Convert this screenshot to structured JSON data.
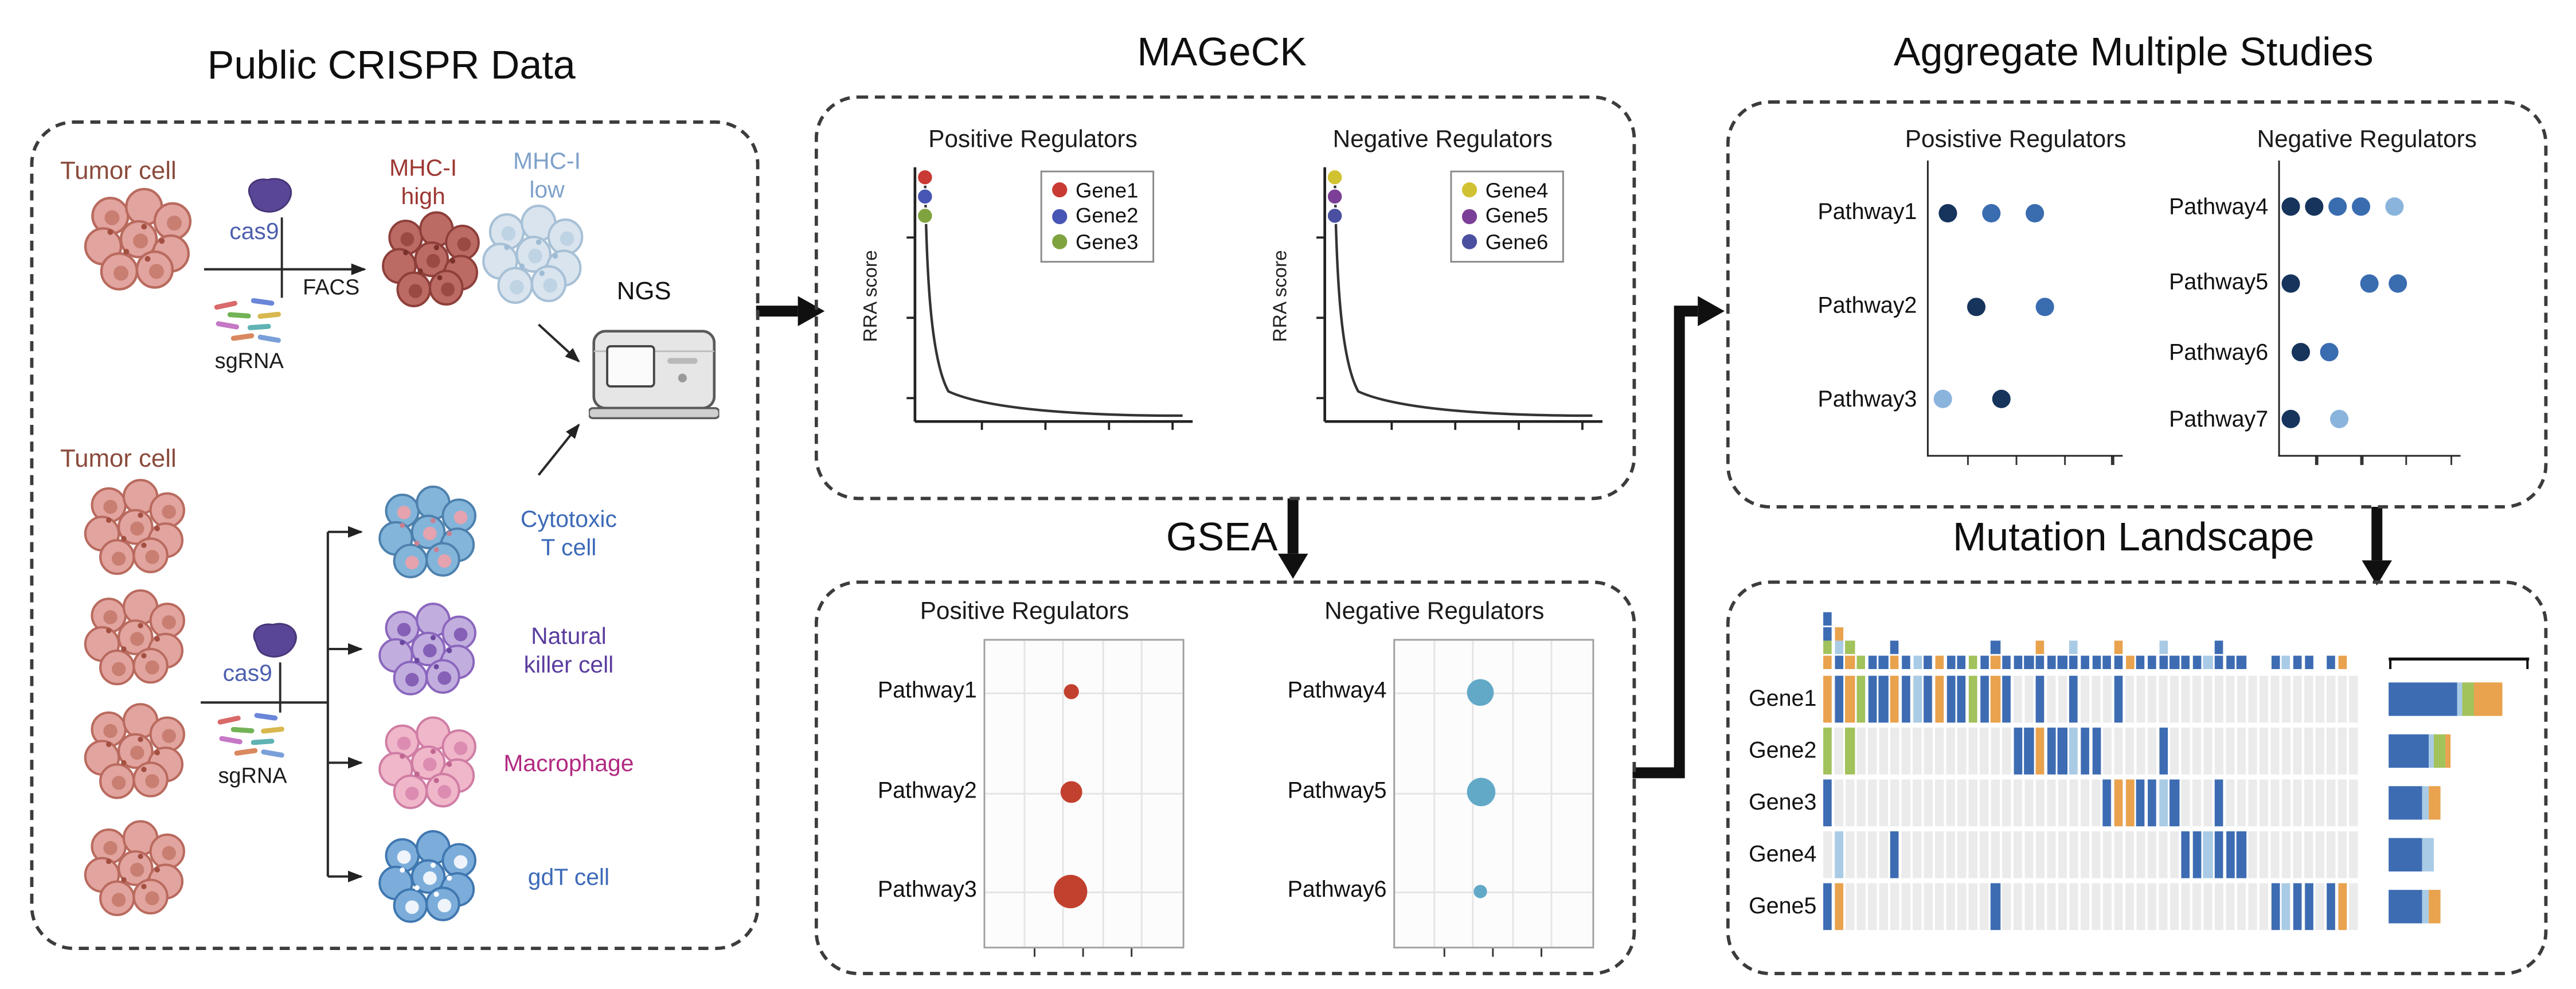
{
  "figure": {
    "background": "#ffffff"
  },
  "crispr_panel": {
    "title": "Public CRISPR Data",
    "top": {
      "tumor_cell_label": "Tumor cell",
      "cas9_label": "cas9",
      "sgrna_label": "sgRNA",
      "facs_label": "FACS",
      "mhc_high": "MHC-I\nhigh",
      "mhc_low": "MHC-I\nlow",
      "ngs_label": "NGS"
    },
    "bottom": {
      "tumor_cell_label": "Tumor cell",
      "cas9_label": "cas9",
      "sgrna_label": "sgRNA",
      "immune_cells": [
        {
          "label": "Cytotoxic\nT cell",
          "color": "#3d6ab8",
          "cluster": "cytotoxic"
        },
        {
          "label": "Natural\nkiller cell",
          "color": "#5a3d9e",
          "cluster": "nk"
        },
        {
          "label": "Macrophage",
          "color": "#b12a80",
          "cluster": "macrophage"
        },
        {
          "label": "gdT cell",
          "color": "#3d6ab8",
          "cluster": "gdt"
        }
      ]
    },
    "text_colors": {
      "tumor_cell": "#8a4b3c",
      "cas9": "#4d5fae",
      "mhc_high": "#9c3732",
      "mhc_low": "#7fa1c9",
      "facs": "#1c1c1c",
      "sgrna": "#1c1c1c",
      "ngs": "#131313"
    },
    "cluster_palettes": {
      "tumor": {
        "body": "#e2a49e",
        "stroke": "#b96a5e",
        "nucleus": "#c87f72",
        "speck": "#a34f41"
      },
      "mhc_high": {
        "body": "#bc6a64",
        "stroke": "#8e3f3a",
        "nucleus": "#9a4a42",
        "speck": "#7c322c"
      },
      "mhc_low": {
        "body": "#d9e4ee",
        "stroke": "#a7c0d6",
        "nucleus": "#bed3e4",
        "speck": "#9fbcd4"
      },
      "cytotoxic": {
        "body": "#83b5da",
        "stroke": "#4d80ad",
        "nucleus": "#e4a3ae",
        "speck": "#c97f92"
      },
      "nk": {
        "body": "#c1aede",
        "stroke": "#8a66bd",
        "nucleus": "#8560b6",
        "speck": "#6b48a0"
      },
      "macrophage": {
        "body": "#f0b6c9",
        "stroke": "#cf7da4",
        "nucleus": "#db8cb0",
        "speck": "#c06690"
      },
      "gdt": {
        "body": "#7cadda",
        "stroke": "#3f77b0",
        "nucleus": "#eef4fa",
        "speck": "#ffffff"
      }
    }
  },
  "mageck_panel": {
    "title": "MAGeCK",
    "plots": [
      {
        "subtitle": "Positive Regulators",
        "ylabel": "RRA score",
        "legend": [
          {
            "label": "Gene1",
            "color": "#c93a34"
          },
          {
            "label": "Gene2",
            "color": "#4756b4"
          },
          {
            "label": "Gene3",
            "color": "#7fa33f"
          }
        ]
      },
      {
        "subtitle": "Negative Regulators",
        "ylabel": "RRA score",
        "legend": [
          {
            "label": "Gene4",
            "color": "#d1c232"
          },
          {
            "label": "Gene5",
            "color": "#7c3f97"
          },
          {
            "label": "Gene6",
            "color": "#4a4f9f"
          }
        ]
      }
    ]
  },
  "gsea_panel": {
    "title": "GSEA",
    "plots": [
      {
        "subtitle": "Positive Regulators",
        "dot_color": "#c2402e",
        "rows": [
          {
            "label": "Pathway1",
            "size": 9
          },
          {
            "label": "Pathway2",
            "size": 13
          },
          {
            "label": "Pathway3",
            "size": 20
          }
        ]
      },
      {
        "subtitle": "Negative Regulators",
        "dot_color": "#62a9c8",
        "rows": [
          {
            "label": "Pathway4",
            "size": 16
          },
          {
            "label": "Pathway5",
            "size": 17
          },
          {
            "label": "Pathway6",
            "size": 8
          }
        ]
      }
    ]
  },
  "aggregate_panel": {
    "title": "Aggregate Multiple Studies",
    "shade_colors": {
      "dark": "#16345c",
      "medium": "#3a6cb0",
      "light": "#8ab4dc"
    },
    "plots": [
      {
        "subtitle": "Posistive Regulators",
        "rows": [
          {
            "label": "Pathway1",
            "dots": [
              {
                "x": 0.1,
                "shade": "dark"
              },
              {
                "x": 0.33,
                "shade": "medium"
              },
              {
                "x": 0.55,
                "shade": "medium"
              }
            ]
          },
          {
            "label": "Pathway2",
            "dots": [
              {
                "x": 0.25,
                "shade": "dark"
              },
              {
                "x": 0.6,
                "shade": "medium"
              }
            ]
          },
          {
            "label": "Pathway3",
            "dots": [
              {
                "x": 0.07,
                "shade": "light"
              },
              {
                "x": 0.38,
                "shade": "dark"
              }
            ]
          }
        ]
      },
      {
        "subtitle": "Negative Regulators",
        "rows": [
          {
            "label": "Pathway4",
            "dots": [
              {
                "x": 0.06,
                "shade": "dark"
              },
              {
                "x": 0.19,
                "shade": "dark"
              },
              {
                "x": 0.32,
                "shade": "medium"
              },
              {
                "x": 0.45,
                "shade": "medium"
              },
              {
                "x": 0.64,
                "shade": "light"
              }
            ]
          },
          {
            "label": "Pathway5",
            "dots": [
              {
                "x": 0.06,
                "shade": "dark"
              },
              {
                "x": 0.5,
                "shade": "medium"
              },
              {
                "x": 0.66,
                "shade": "medium"
              }
            ]
          },
          {
            "label": "Pathway6",
            "dots": [
              {
                "x": 0.12,
                "shade": "dark"
              },
              {
                "x": 0.28,
                "shade": "medium"
              }
            ]
          },
          {
            "label": "Pathway7",
            "dots": [
              {
                "x": 0.06,
                "shade": "dark"
              },
              {
                "x": 0.33,
                "shade": "light"
              }
            ]
          }
        ]
      }
    ]
  },
  "mutation_panel": {
    "title": "Mutation Landscape",
    "background": "#ebebeb",
    "columns": 48,
    "mutation_colors": {
      "blue": "#3d6cb3",
      "orange": "#e9a24d",
      "green": "#a2c25b",
      "lightblue": "#a9cbe5"
    },
    "genes": [
      {
        "label": "Gene1",
        "cells": [
          [
            0,
            "orange"
          ],
          [
            1,
            "blue"
          ],
          [
            2,
            "orange"
          ],
          [
            3,
            "green"
          ],
          [
            4,
            "blue"
          ],
          [
            5,
            "blue"
          ],
          [
            6,
            "orange"
          ],
          [
            7,
            "blue"
          ],
          [
            8,
            "lightblue"
          ],
          [
            9,
            "blue"
          ],
          [
            10,
            "orange"
          ],
          [
            11,
            "blue"
          ],
          [
            12,
            "blue"
          ],
          [
            13,
            "green"
          ],
          [
            14,
            "blue"
          ],
          [
            15,
            "orange"
          ],
          [
            16,
            "blue"
          ],
          [
            19,
            "blue"
          ],
          [
            22,
            "blue"
          ],
          [
            26,
            "blue"
          ]
        ]
      },
      {
        "label": "Gene2",
        "cells": [
          [
            0,
            "green"
          ],
          [
            2,
            "green"
          ],
          [
            17,
            "blue"
          ],
          [
            18,
            "blue"
          ],
          [
            19,
            "orange"
          ],
          [
            20,
            "blue"
          ],
          [
            21,
            "blue"
          ],
          [
            22,
            "lightblue"
          ],
          [
            23,
            "blue"
          ],
          [
            24,
            "blue"
          ],
          [
            30,
            "blue"
          ]
        ]
      },
      {
        "label": "Gene3",
        "cells": [
          [
            0,
            "blue"
          ],
          [
            25,
            "blue"
          ],
          [
            26,
            "orange"
          ],
          [
            27,
            "orange"
          ],
          [
            28,
            "blue"
          ],
          [
            29,
            "blue"
          ],
          [
            30,
            "lightblue"
          ],
          [
            31,
            "blue"
          ],
          [
            35,
            "blue"
          ]
        ]
      },
      {
        "label": "Gene4",
        "cells": [
          [
            1,
            "lightblue"
          ],
          [
            6,
            "blue"
          ],
          [
            32,
            "blue"
          ],
          [
            33,
            "blue"
          ],
          [
            34,
            "lightblue"
          ],
          [
            35,
            "blue"
          ],
          [
            36,
            "blue"
          ],
          [
            37,
            "blue"
          ]
        ]
      },
      {
        "label": "Gene5",
        "cells": [
          [
            0,
            "blue"
          ],
          [
            1,
            "orange"
          ],
          [
            15,
            "blue"
          ],
          [
            40,
            "blue"
          ],
          [
            41,
            "lightblue"
          ],
          [
            42,
            "blue"
          ],
          [
            43,
            "blue"
          ],
          [
            45,
            "blue"
          ],
          [
            46,
            "orange"
          ]
        ]
      }
    ]
  }
}
